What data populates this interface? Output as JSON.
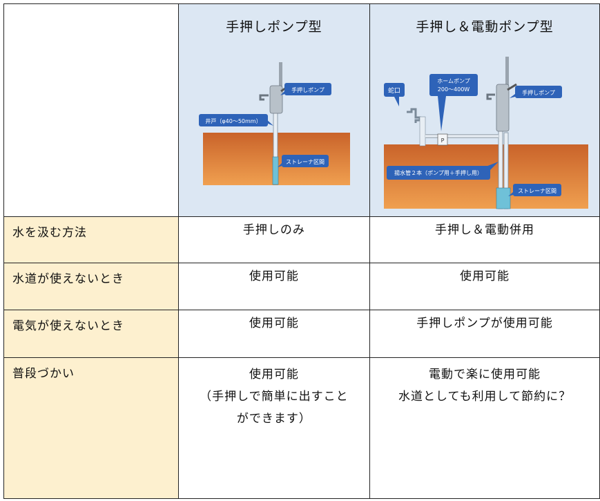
{
  "header": {
    "col1_title": "手押しポンプ型",
    "col2_title": "手押し＆電動ポンプ型"
  },
  "diagram1": {
    "pump_label": "手押しポンプ",
    "well_label": "井戸（φ40～50mm）",
    "strainer_label": "ストレーナ区間"
  },
  "diagram2": {
    "faucet_label": "蛇口",
    "home_pump_label_line1": "ホームポンプ",
    "home_pump_label_line2": "200～400W",
    "p_mark": "P",
    "pump_label": "手押しポンプ",
    "pipe_label": "揚水管２本（ポンプ用＋手押し用）",
    "strainer_label": "ストレーナ区間"
  },
  "rows": [
    {
      "label": "水を汲む方法",
      "col1": [
        "手押しのみ"
      ],
      "col2": [
        "手押し＆電動併用"
      ]
    },
    {
      "label": "水道が使えないとき",
      "col1": [
        "使用可能"
      ],
      "col2": [
        "使用可能"
      ]
    },
    {
      "label": "電気が使えないとき",
      "col1": [
        "使用可能"
      ],
      "col2": [
        "手押しポンプが使用可能"
      ]
    },
    {
      "label": "普段づかい",
      "col1": [
        "使用可能",
        "（手押しで簡単に出すこと",
        "ができます）"
      ],
      "col2": [
        "電動で楽に使用可能",
        "水道としても利用して節約に？"
      ]
    }
  ],
  "colors": {
    "header_bg": "#dce7f3",
    "label_bg": "#fdf0cf",
    "ground": "#d9742f",
    "callout": "#2e63b8"
  }
}
